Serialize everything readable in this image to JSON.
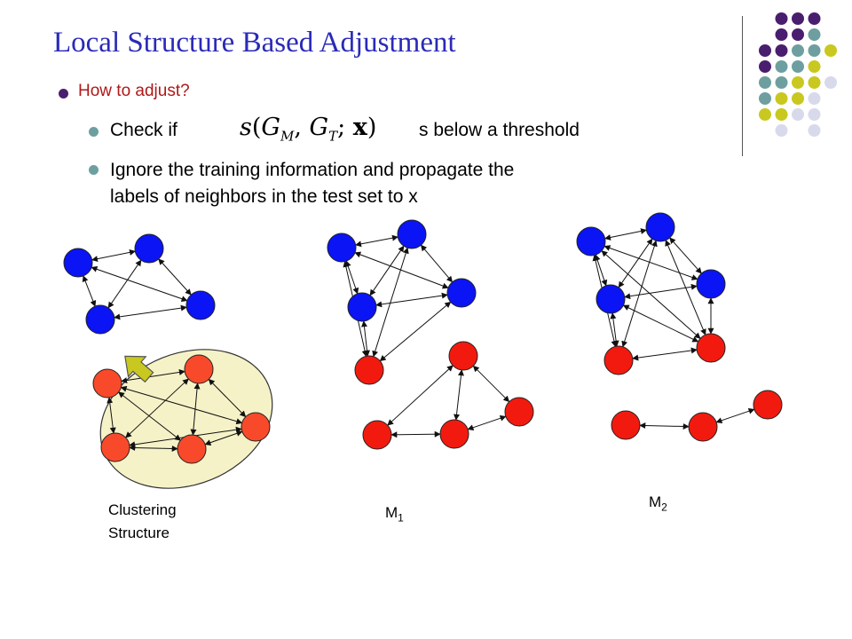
{
  "slide": {
    "title": "Local Structure Based Adjustment",
    "bullet1": "How to adjust?",
    "bullet2_pre": "Check if",
    "bullet2_post": "s below a threshold",
    "formula": {
      "func": "s",
      "g1": "G",
      "sub1": "M",
      "g2": "G",
      "sub2": "T",
      "var": "x"
    },
    "bullet3_line1": "Ignore the training information and propagate the",
    "bullet3_line2": "labels of neighbors in the test set to x"
  },
  "labels": {
    "clustering_line1": "Clustering",
    "clustering_line2": "Structure",
    "m1_main": "M",
    "m1_sub": "1",
    "m2_main": "M",
    "m2_sub": "2"
  },
  "colors": {
    "title": "#2a2ab8",
    "bullet1_text": "#b01818",
    "blue_node": "#0a14f5",
    "red_node": "#f21a0f",
    "cluster_node": "#f84a2a",
    "cluster_fill": "#f6f2c8",
    "arrow_fill": "#c8c820",
    "bullet_purple": "#4a1e6e",
    "bullet_teal": "#6e9fa0",
    "dot_purple": "#4a1e6e",
    "dot_teal": "#6e9fa0",
    "dot_yellow": "#c8c820",
    "dot_lavender": "#d9d9ec"
  }
}
